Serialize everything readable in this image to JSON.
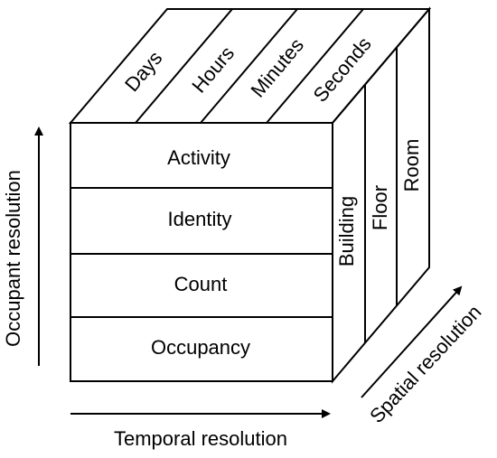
{
  "top_face": {
    "temporal": [
      "Days",
      "Hours",
      "Minutes",
      "Seconds"
    ]
  },
  "front_face": {
    "occupant": [
      "Activity",
      "Identity",
      "Count",
      "Occupancy"
    ]
  },
  "side_face": {
    "spatial": [
      "Building",
      "Floor",
      "Room"
    ]
  },
  "axes": {
    "occupant": "Occupant resolution",
    "temporal": "Temporal resolution",
    "spatial": "Spatial resolution"
  },
  "colors": {
    "line": "#000000",
    "background": "#ffffff"
  }
}
